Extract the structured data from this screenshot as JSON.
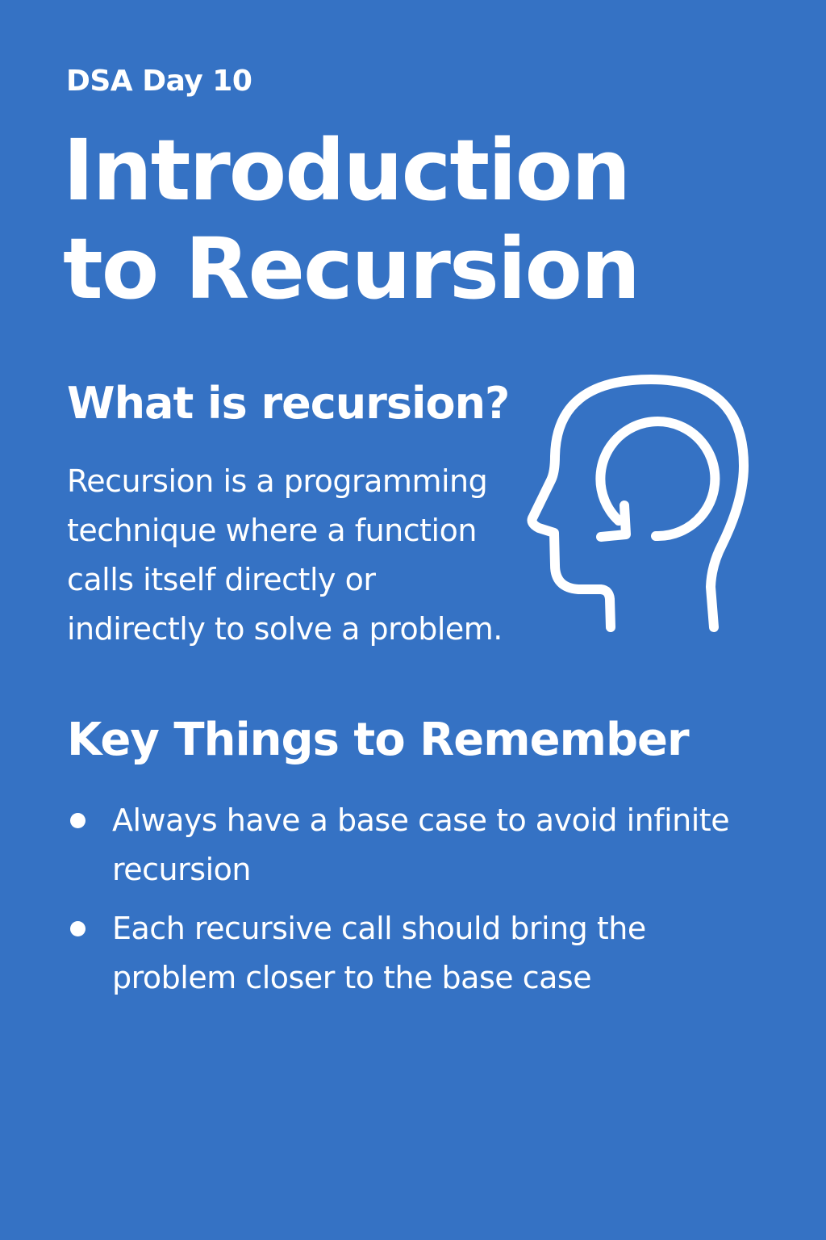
{
  "header": {
    "subtitle": "DSA Day 10",
    "title_line1": "Introduction",
    "title_line2": "to Recursion"
  },
  "definition": {
    "heading": "What is recursion?",
    "lines": [
      "Recursion is a programming",
      "technique where a function",
      "calls itself directly or",
      "indirectly to solve a problem."
    ]
  },
  "key_points": {
    "heading": "Key Things to Remember",
    "items": [
      {
        "line1": "Always have a base case to avoid infinite",
        "line2": "recursion"
      },
      {
        "line1": "Each recursive call should bring the",
        "line2": "problem closer to the base case"
      }
    ]
  },
  "icon": "head-with-recursion-arrow-icon",
  "colors": {
    "background": "#3572c4",
    "text": "#ffffff"
  }
}
